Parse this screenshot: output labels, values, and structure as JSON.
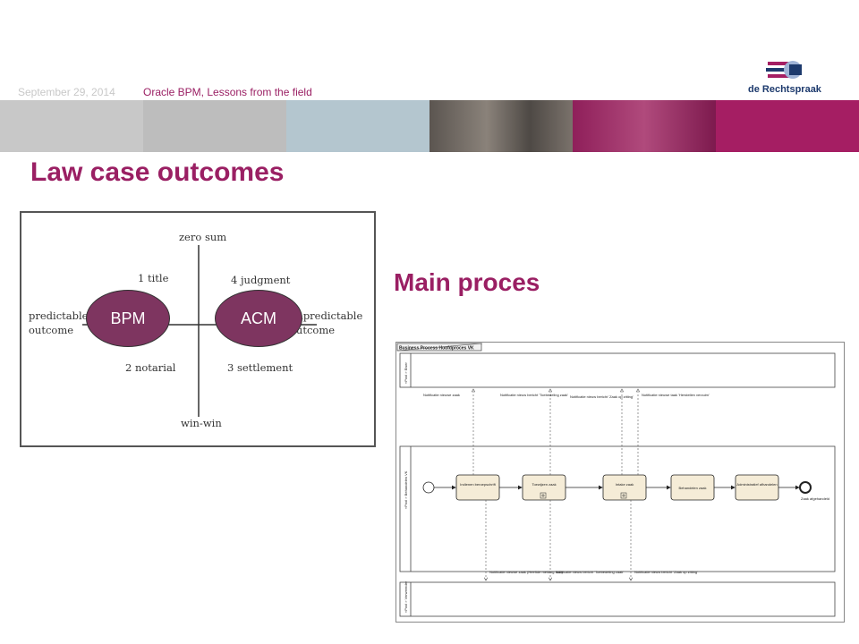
{
  "header": {
    "date": "September 29, 2014",
    "subtitle": "Oracle BPM, Lessons from the field"
  },
  "logo": {
    "text": "de Rechtspraak",
    "icon": "rechtspraak-logo-icon"
  },
  "banner": {
    "colors": [
      "#c8c8c8",
      "#bdbdbd",
      "#b4c6cf",
      "#6f6862",
      "#8f1f5a",
      "#a51e63"
    ]
  },
  "slide": {
    "title": "Law case outcomes",
    "section_title": "Main proces"
  },
  "quadrant": {
    "top_label": "zero  sum",
    "bottom_label": "win-win",
    "left_label_1": "predictable",
    "left_label_2": "outcome",
    "right_label_1": "unpredictable",
    "right_label_2": "outcome",
    "q1": "1 title",
    "q2": "2 notarial",
    "q3": "3 settlement",
    "q4": "4 judgment",
    "ellipse_left": "BPM",
    "ellipse_right": "ACM"
  },
  "bpmn": {
    "title": "Business Process Hoofdproces VK",
    "pool_top": "«Pool » Eiser",
    "pool_middle": "«Pool » Behandelen VK",
    "pool_bottom": "«Pool » Verweerder",
    "tasks": [
      "Indienen beroepschrift",
      "Toewijzen zaak",
      "Intake zaak",
      "Behandelen zaak",
      "Administratief afhandelen"
    ],
    "end_label": "Zaak afgehandeld",
    "notes_top": [
      "Notificatie nieuwe zaak",
      "Notificatie nieuw bericht 'Toebedeling zaak'",
      "Notificatie nieuw bericht 'Zaak op zitting'",
      "Notificatie nieuwe taak 'Herstellen verzuim'"
    ],
    "notes_bottom": [
      "Notificatie nieuwe zaak (Heeftde melding IND)",
      "Notificatie nieuw bericht 'Toebedeling zaak'",
      "Notificatie nieuw bericht 'Zaak op zitting'"
    ]
  }
}
